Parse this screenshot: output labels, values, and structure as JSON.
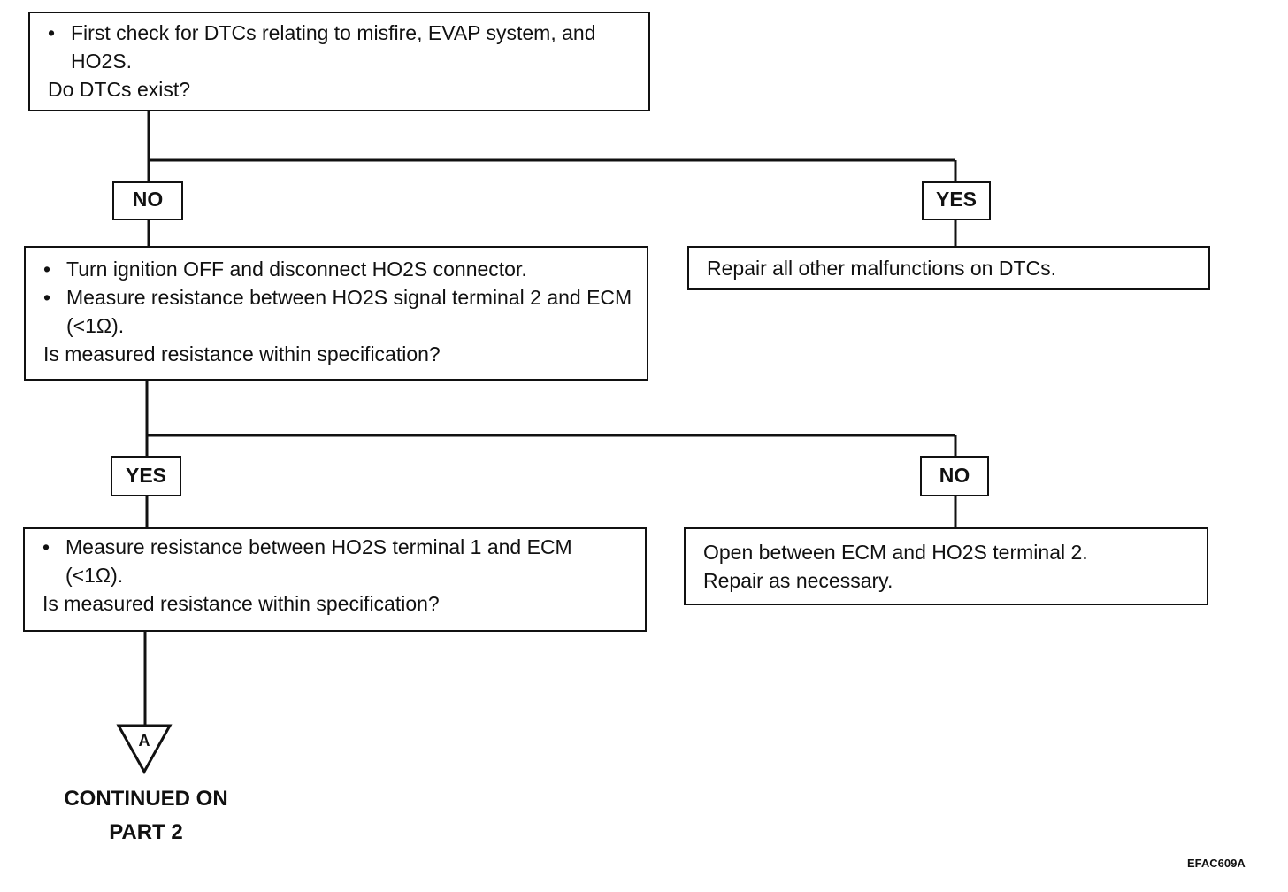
{
  "q1": {
    "bullets": [
      "First check for DTCs relating to misfire, EVAP system, and HO2S."
    ],
    "question": "Do DTCs exist?"
  },
  "labels": {
    "no1": "NO",
    "yes1": "YES",
    "yes2": "YES",
    "no2": "NO"
  },
  "r1": "Repair all other malfunctions on DTCs.",
  "q2": {
    "bullets": [
      "Turn ignition OFF and disconnect HO2S connector.",
      "Measure resistance between HO2S signal terminal 2 and ECM (<1Ω)."
    ],
    "question": "Is measured resistance within specification?"
  },
  "r2": {
    "line1": "Open between ECM and HO2S terminal 2.",
    "line2": "Repair as necessary."
  },
  "q3": {
    "bullets": [
      "Measure resistance between HO2S terminal 1 and ECM (<1Ω)."
    ],
    "question": "Is measured resistance within specification?"
  },
  "connector": {
    "letter": "A",
    "line1": "CONTINUED ON",
    "line2": "PART  2"
  },
  "figure_code": "EFAC609A"
}
